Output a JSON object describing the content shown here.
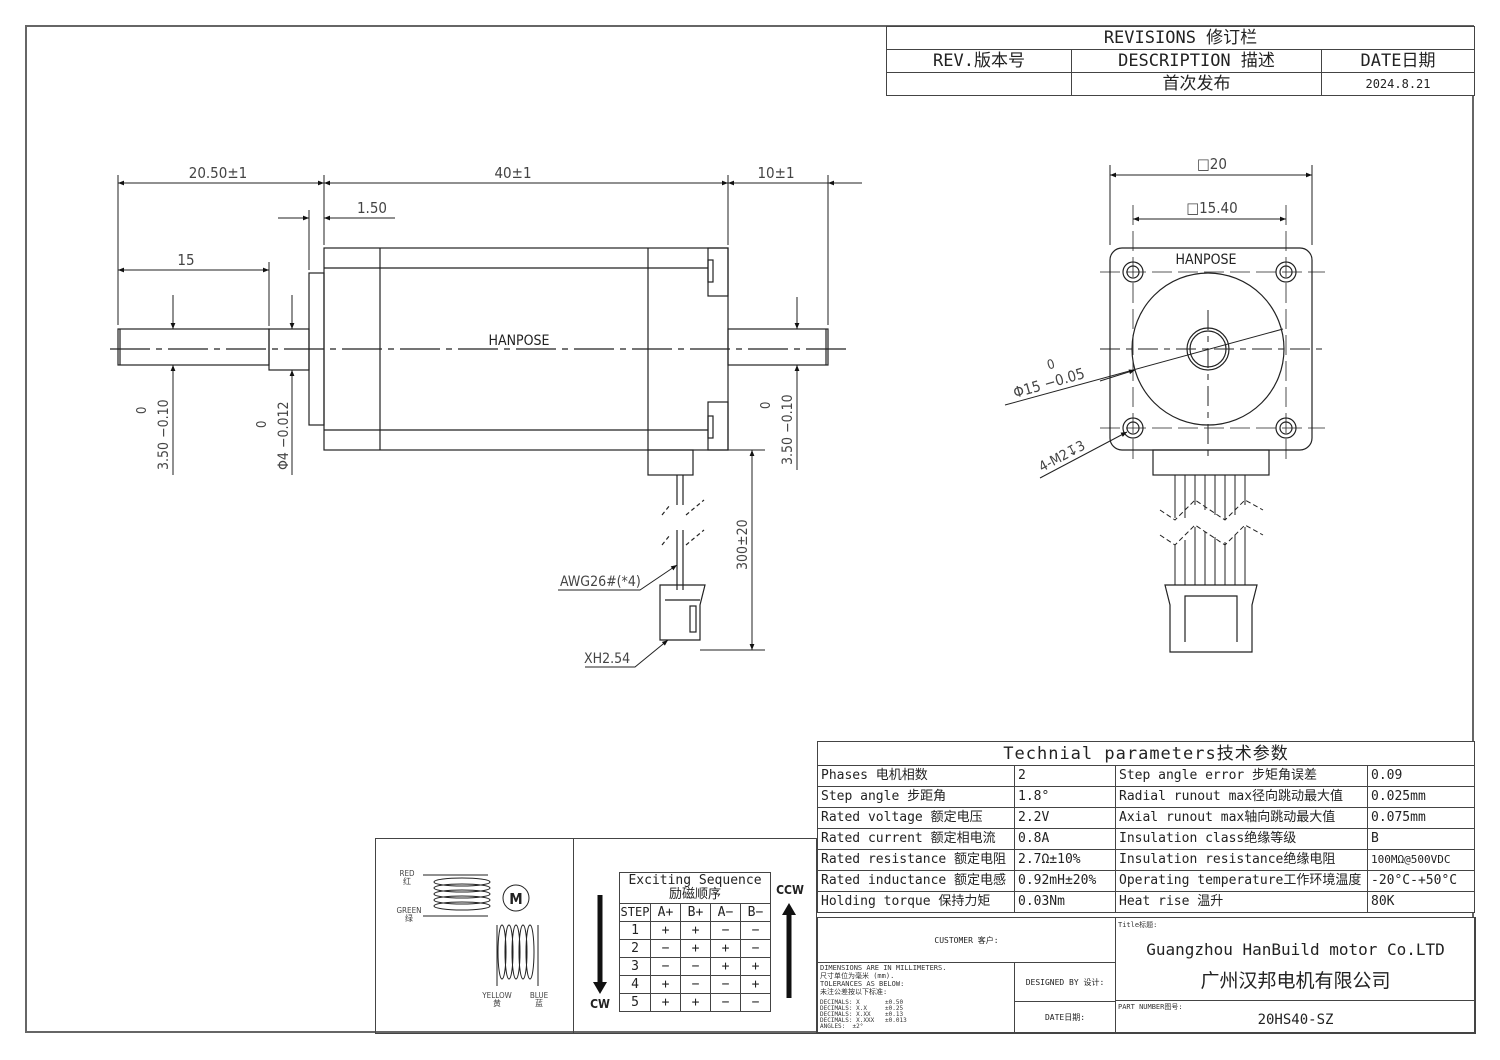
{
  "revisions": {
    "title": "REVISIONS 修订栏",
    "headers": {
      "rev": "REV.版本号",
      "description": "DESCRIPTION 描述",
      "date": "DATE日期"
    },
    "rows": [
      {
        "rev": "",
        "description": "首次发布",
        "date": "2024.8.21"
      }
    ]
  },
  "side_view": {
    "brand": "HANPOSE",
    "dims": {
      "front_shaft_length": "20.50±1",
      "body_length": "40±1",
      "rear_shaft_length": "10±1",
      "boss_thickness": "1.50",
      "flat_length": "15",
      "front_flat": {
        "tol_upper": "0",
        "value": "3.50 −0.10"
      },
      "shaft_dia": {
        "tol_upper": "0",
        "value": "Φ4 −0.012"
      },
      "rear_flat": {
        "tol_upper": "0",
        "value": "3.50 −0.10"
      },
      "lead_length": "300±20",
      "wire_gauge": "AWG26#(*4)",
      "connector": "XH2.54"
    }
  },
  "front_view": {
    "brand": "HANPOSE",
    "dims": {
      "outer_square": "□20",
      "hole_pitch": "□15.40",
      "boss_dia": {
        "tol_upper": "0",
        "value": "Φ15 −0.05"
      },
      "screw_holes": "4-M2↧3"
    }
  },
  "wiring": {
    "coil_a_top": {
      "en": "RED",
      "zh": "红"
    },
    "coil_a_bottom": {
      "en": "GREEN",
      "zh": "绿"
    },
    "coil_b_left": {
      "en": "YELLOW",
      "zh": "黄"
    },
    "coil_b_right": {
      "en": "BLUE",
      "zh": "蓝"
    },
    "motor_symbol": "M"
  },
  "exciting_sequence": {
    "title_en": "Exciting Sequence",
    "title_zh": "励磁顺序",
    "columns": [
      "STEP",
      "A+",
      "B+",
      "A−",
      "B−"
    ],
    "rows": [
      [
        "1",
        "+",
        "+",
        "−",
        "−"
      ],
      [
        "2",
        "−",
        "+",
        "+",
        "−"
      ],
      [
        "3",
        "−",
        "−",
        "+",
        "+"
      ],
      [
        "4",
        "+",
        "−",
        "−",
        "+"
      ],
      [
        "5",
        "+",
        "+",
        "−",
        "−"
      ]
    ],
    "cw_label": "CW",
    "ccw_label": "CCW"
  },
  "technical_parameters": {
    "title": "Technial parameters技术参数",
    "rows": [
      {
        "left_label": "Phases 电机相数",
        "left_value": "2",
        "right_label": "Step angle error 步矩角误差",
        "right_value": "0.09"
      },
      {
        "left_label": "Step angle 步距角",
        "left_value": "1.8°",
        "right_label": "Radial runout max径向跳动最大值",
        "right_value": "0.025mm"
      },
      {
        "left_label": "Rated voltage 额定电压",
        "left_value": "2.2V",
        "right_label": "Axial runout max轴向跳动最大值",
        "right_value": "0.075mm"
      },
      {
        "left_label": "Rated current 额定相电流",
        "left_value": "0.8A",
        "right_label": "Insulation class绝缘等级",
        "right_value": "B"
      },
      {
        "left_label": "Rated resistance 额定电阻",
        "left_value": "2.7Ω±10%",
        "right_label": "Insulation resistance绝缘电阻",
        "right_value": "100MΩ@500VDC"
      },
      {
        "left_label": "Rated inductance 额定电感",
        "left_value": "0.92mH±20%",
        "right_label": "Operating temperature工作环境温度",
        "right_value": "-20°C-+50°C"
      },
      {
        "left_label": "Holding torque 保持力矩",
        "left_value": "0.03Nm",
        "right_label": "Heat rise 温升",
        "right_value": "80K"
      }
    ]
  },
  "title_block": {
    "customer_label": "CUSTOMER 客户:",
    "notes": [
      "DIMENSIONS ARE IN MILLIMETERS.",
      "尺寸单位为毫米 (mm).",
      "TOLERANCES AS BELOW:",
      "未注公差按以下标准:",
      "",
      "DECIMALS: X       ±0.50",
      "DECIMALS: X.X     ±0.25",
      "DECIMALS: X.XX    ±0.13",
      "DECIMALS: X.XXX   ±0.013",
      "ANGLES:  ±2°"
    ],
    "designed_by_label": "DESIGNED BY 设计:",
    "date_label": "DATE日期:",
    "title_label": "Title标题:",
    "company_en": "Guangzhou HanBuild motor Co.LTD",
    "company_zh": "广州汉邦电机有限公司",
    "part_number_label": "PART NUMBER图号:",
    "part_number": "20HS40-SZ"
  }
}
